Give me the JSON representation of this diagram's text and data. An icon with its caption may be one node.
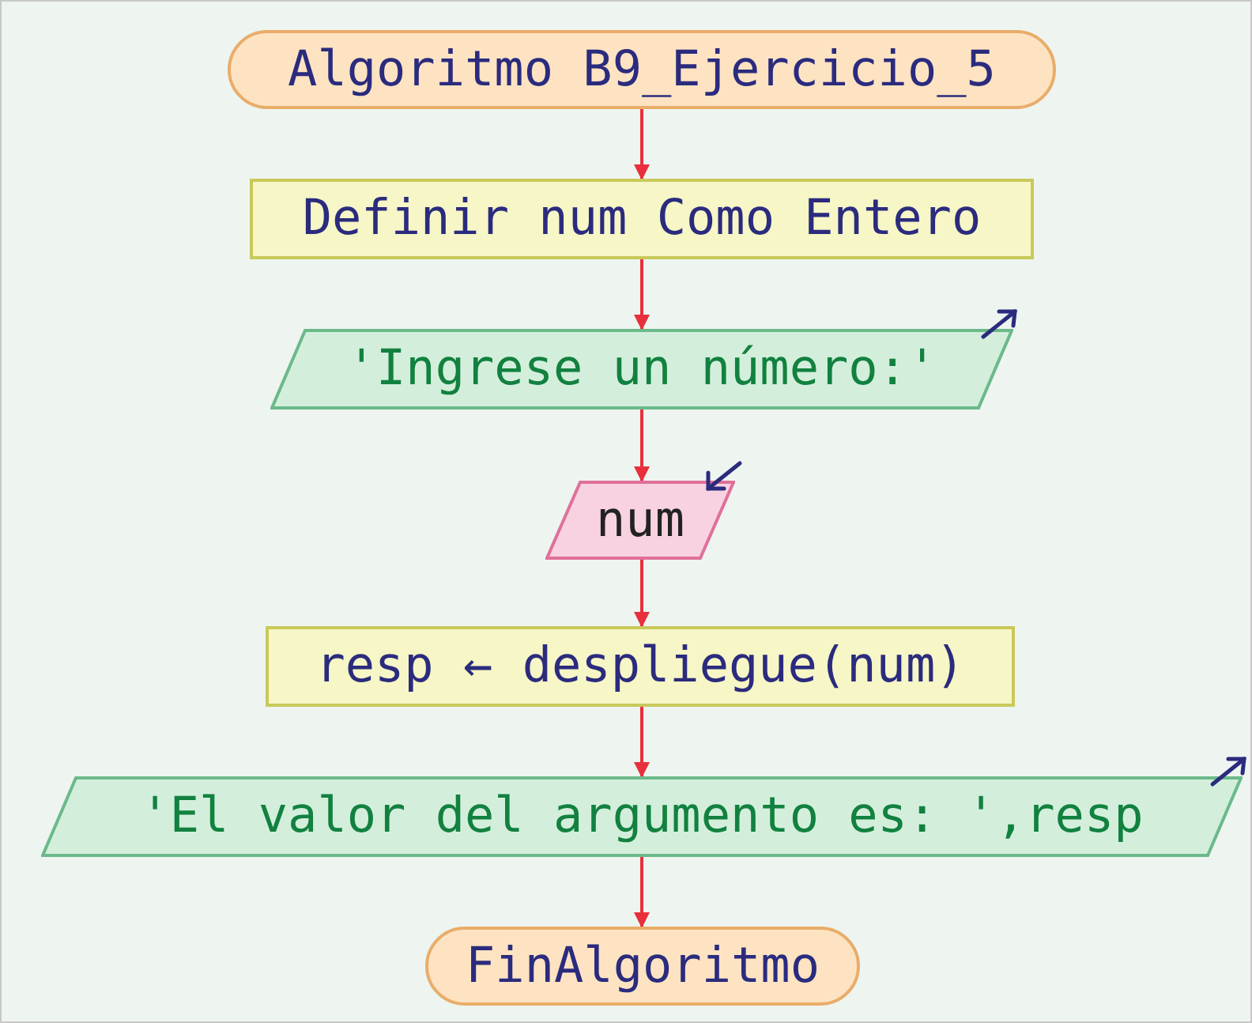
{
  "diagram": {
    "nodes": [
      {
        "text": [
          "Algoritmo B9_Ejercicio_5"
        ]
      },
      {
        "text": [
          "Definir num Como Entero"
        ]
      },
      {
        "text": [
          "'Ingrese un número:'"
        ]
      },
      {
        "text": [
          "num"
        ]
      },
      {
        "text": [
          "resp ← despliegue(num)"
        ]
      },
      {
        "text": [
          "'El valor del argumento es: ',resp"
        ]
      },
      {
        "text": [
          "FinAlgoritmo"
        ]
      }
    ],
    "edges": [
      {
        "from": 0,
        "to": 1,
        "arrow": "to"
      },
      {
        "from": 1,
        "to": 2,
        "arrow": "to"
      },
      {
        "from": 2,
        "to": 3,
        "arrow": "to"
      },
      {
        "from": 3,
        "to": 4,
        "arrow": "to"
      },
      {
        "from": 4,
        "to": 5,
        "arrow": "to"
      },
      {
        "from": 5,
        "to": 6,
        "arrow": "to"
      }
    ]
  }
}
